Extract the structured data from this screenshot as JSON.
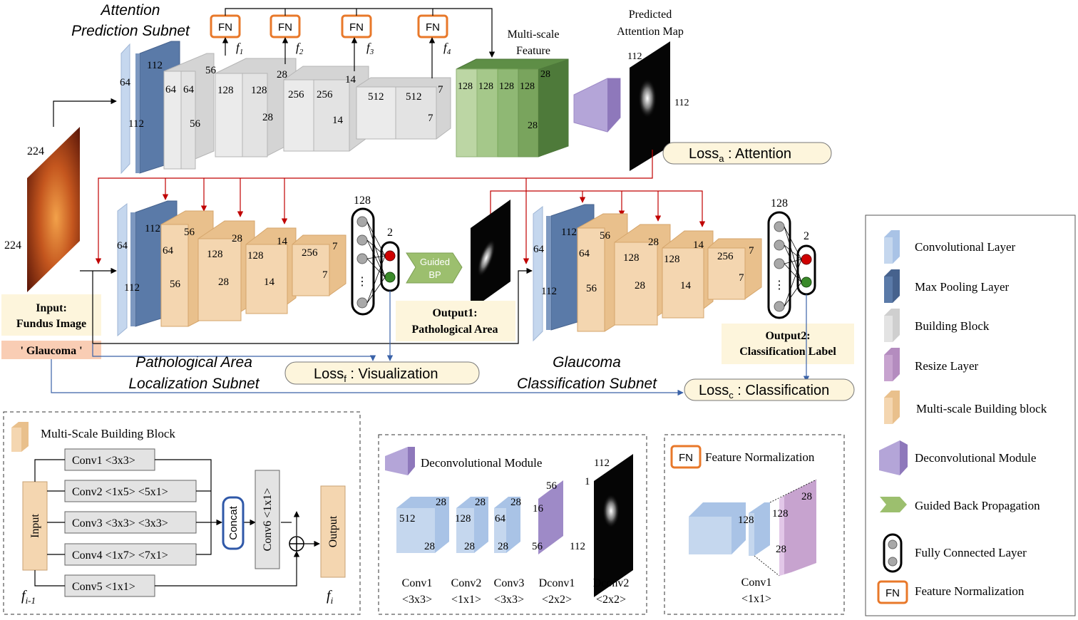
{
  "subnets": {
    "attention_line1": "Attention",
    "attention_line2": "Prediction Subnet",
    "localization_line1": "Pathological Area",
    "localization_line2": "Localization Subnet",
    "classification_line1": "Glaucoma",
    "classification_line2": "Classification Subnet"
  },
  "fn_label": "FN",
  "f_labels": [
    "f",
    "f",
    "f",
    "f"
  ],
  "f_subs": [
    "1",
    "2",
    "3",
    "4"
  ],
  "attention": {
    "multiscale_line1": "Multi-scale",
    "multiscale_line2": "Feature",
    "pred_line1": "Predicted",
    "pred_line2": "Attention Map",
    "block_nums": {
      "conv_64": "64",
      "conv_112a": "112",
      "conv_112b": "112",
      "b1_64a": "64",
      "b1_64b": "64",
      "b1_56a": "56",
      "b1_56b": "56",
      "b2_128a": "128",
      "b2_128b": "128",
      "b2_28a": "28",
      "b2_28b": "28",
      "b3_256a": "256",
      "b3_256b": "256",
      "b3_14a": "14",
      "b3_14b": "14",
      "b4_512a": "512",
      "b4_512b": "512",
      "b4_7a": "7",
      "b4_7b": "7",
      "ms_128": [
        "128",
        "128",
        "128",
        "128"
      ],
      "ms_28a": "28",
      "ms_28b": "28",
      "map_112a": "112",
      "map_112b": "112"
    }
  },
  "input": {
    "dim_top": "224",
    "dim_left": "224",
    "label_line1": "Input:",
    "label_line2": "Fundus Image",
    "glaucoma": "' Glaucoma '"
  },
  "loc_nums": {
    "c64": "64",
    "c112a": "112",
    "c112b": "112",
    "m64": "64",
    "m56a": "56",
    "m56b": "56",
    "m128a": "128",
    "m28a": "28",
    "m28b": "28",
    "m128b": "128",
    "m14a": "14",
    "m14b": "14",
    "m256": "256",
    "m7a": "7",
    "m7b": "7",
    "fc128": "128",
    "fc2": "2"
  },
  "cls_nums": {
    "c64": "64",
    "c112a": "112",
    "c112b": "112",
    "m64": "64",
    "m56a": "56",
    "m56b": "56",
    "m128a": "128",
    "m28a": "28",
    "m28b": "28",
    "m128b": "128",
    "m14a": "14",
    "m14b": "14",
    "m256": "256",
    "m7a": "7",
    "m7b": "7",
    "fc128": "128",
    "fc2": "2"
  },
  "guided_line1": "Guided",
  "guided_line2": "BP",
  "output1_line1": "Output1:",
  "output1_line2": "Pathological Area",
  "output2_line1": "Output2:",
  "output2_line2": "Classification Label",
  "losses": {
    "attention_main": "Loss",
    "attention_sub": "a",
    "attention_rest": " : Attention",
    "vis_main": "Loss",
    "vis_sub": "f",
    "vis_rest": " : Visualization",
    "cls_main": "Loss",
    "cls_sub": "c",
    "cls_rest": " : Classification"
  },
  "msb": {
    "title": "Multi-Scale Building Block",
    "input": "Input",
    "convs": [
      "Conv1 <3x3>",
      "Conv2 <1x5> <5x1>",
      "Conv3 <3x3> <3x3>",
      "Conv4 <1x7> <7x1>",
      "Conv5 <1x1>"
    ],
    "concat": "Concat",
    "conv6": "Conv6 <1x1>",
    "output": "Output",
    "fim1_main": "f",
    "fim1_sub": "i-1",
    "fi_main": "f",
    "fi_sub": "i"
  },
  "deconv": {
    "title": "Deconvolutional Module",
    "c1_nums": [
      "512",
      "28",
      "28"
    ],
    "c2_nums": [
      "128",
      "28",
      "28"
    ],
    "c3_nums": [
      "64",
      "28",
      "28"
    ],
    "d1_nums": [
      "56",
      "16",
      "56"
    ],
    "d2_nums": [
      "112",
      "1",
      "112"
    ],
    "captions": [
      [
        "Conv1",
        "<3x3>"
      ],
      [
        "Conv2",
        "<1x1>"
      ],
      [
        "Conv3",
        "<3x3>"
      ],
      [
        "Dconv1",
        "<2x2>"
      ],
      [
        "Dconv2",
        "<2x2>"
      ]
    ]
  },
  "fnorm": {
    "title": "Feature Normalization",
    "nums": [
      "128",
      "128",
      "28",
      "28"
    ],
    "cap1": "Conv1",
    "cap2": "<1x1>"
  },
  "legend": {
    "items": [
      "Convolutional Layer",
      "Max Pooling Layer",
      "Building Block",
      "Resize Layer",
      "Multi-scale Building block",
      "Deconvolutional Module",
      "Guided Back Propagation",
      "Fully Connected Layer",
      "Feature Normalization"
    ]
  },
  "colors": {
    "conv": "#c5d7ee",
    "pool": "#5a7aa8",
    "building": "#e3e3e3",
    "resize": "#c7a3cf",
    "ms": "#f4d6b0",
    "deconv": "#9e8ac7",
    "guided": "#9cbf6e",
    "fn_border": "#e8782a",
    "red_arrow": "#c00000",
    "blue_arrow": "#3a62a8",
    "green": "#7aa85a"
  }
}
